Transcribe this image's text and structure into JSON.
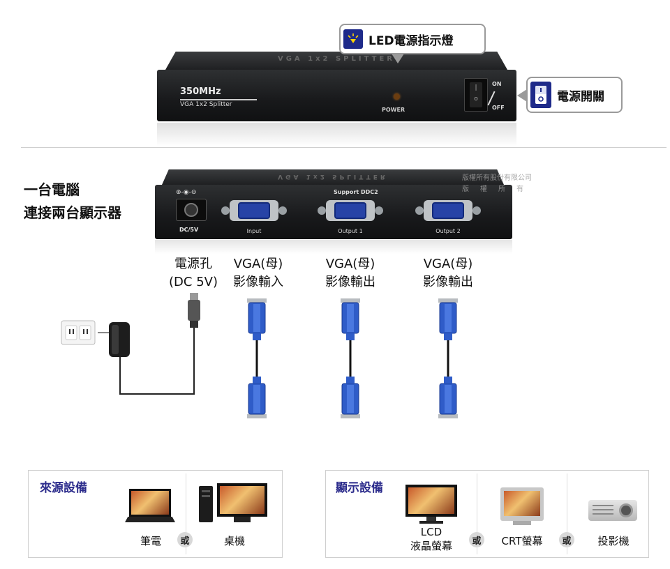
{
  "top_device": {
    "top_text": "VGA 1x2 SPLITTER",
    "spec_main": "350MHz",
    "spec_sub": "VGA 1x2 Splitter",
    "power_text": "POWER",
    "switch_on": "ON",
    "switch_off": "OFF"
  },
  "callouts": {
    "led": "LED電源指示燈",
    "power_switch": "電源開關"
  },
  "heading": {
    "line1": "一台電腦",
    "line2": "連接兩台顯示器"
  },
  "watermark": {
    "line1": "版權所有股份有限公司",
    "line2": "版　權　所　有"
  },
  "rear_device": {
    "top_text": "VGA 1x2 SPLITTER",
    "support": "Support DDC2",
    "dc_label": "DC/5V",
    "ports": [
      "Input",
      "Output 1",
      "Output 2"
    ]
  },
  "connectors": [
    {
      "line1": "電源孔",
      "line2": "(DC 5V)"
    },
    {
      "line1": "VGA(母)",
      "line2": "影像輸入"
    },
    {
      "line1": "VGA(母)",
      "line2": "影像輸出"
    },
    {
      "line1": "VGA(母)",
      "line2": "影像輸出"
    }
  ],
  "source_panel": {
    "title": "來源設備",
    "devices": [
      "筆電",
      "桌機"
    ],
    "or": "或"
  },
  "display_panel": {
    "title": "顯示設備",
    "lcd_line1": "LCD",
    "lcd_line2": "液晶螢幕",
    "crt": "CRT螢幕",
    "projector": "投影機",
    "or": "或"
  },
  "colors": {
    "accent": "#2c2c8c",
    "vga_blue": "#2743a6",
    "device_dark": "#1a1b1d"
  }
}
